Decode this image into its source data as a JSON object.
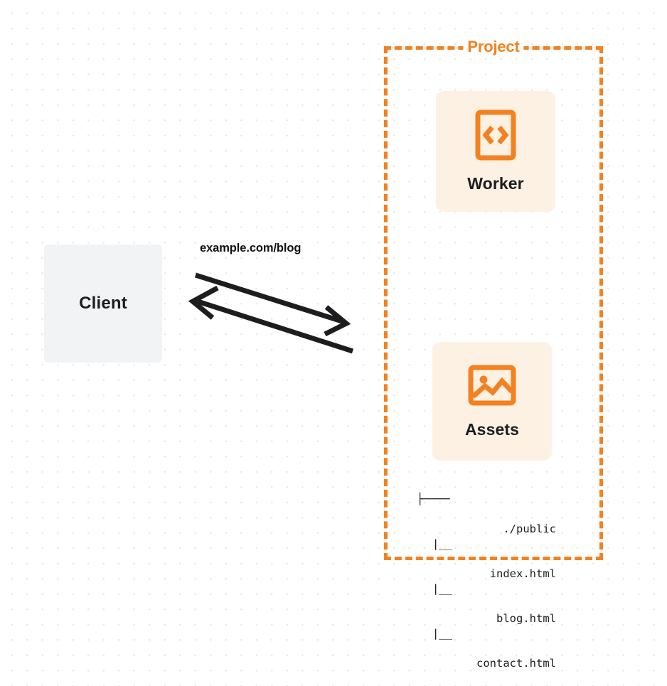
{
  "diagram": {
    "type": "architecture-flow",
    "background": {
      "style": "dot-grid",
      "dot_color": "#e9e9ec",
      "page_color": "#ffffff"
    },
    "colors": {
      "accent_orange": "#f48120",
      "card_peach": "#fdf1e4",
      "client_gray": "#f2f3f5",
      "text_dark": "#1d1d1f"
    }
  },
  "client": {
    "label": "Client",
    "icon": "client-box"
  },
  "connector": {
    "label": "example.com/blog",
    "request_direction": "client-to-project",
    "response_direction": "project-to-client",
    "arrows": [
      {
        "name": "request-arrow",
        "from": "client",
        "to": "project",
        "head": "right"
      },
      {
        "name": "response-arrow",
        "from": "project",
        "to": "client",
        "head": "left"
      }
    ]
  },
  "project": {
    "label": "Project",
    "border_style": "dashed",
    "services": [
      {
        "label": "Worker",
        "icon": "code-file-icon"
      },
      {
        "label": "Assets",
        "icon": "image-icon"
      }
    ]
  },
  "file_tree": {
    "rows": [
      {
        "branch": "├────",
        "name": "./public"
      },
      {
        "branch": "|__",
        "name": "index.html"
      },
      {
        "branch": "|__",
        "name": "blog.html"
      },
      {
        "branch": "|__",
        "name": "contact.html"
      }
    ]
  }
}
